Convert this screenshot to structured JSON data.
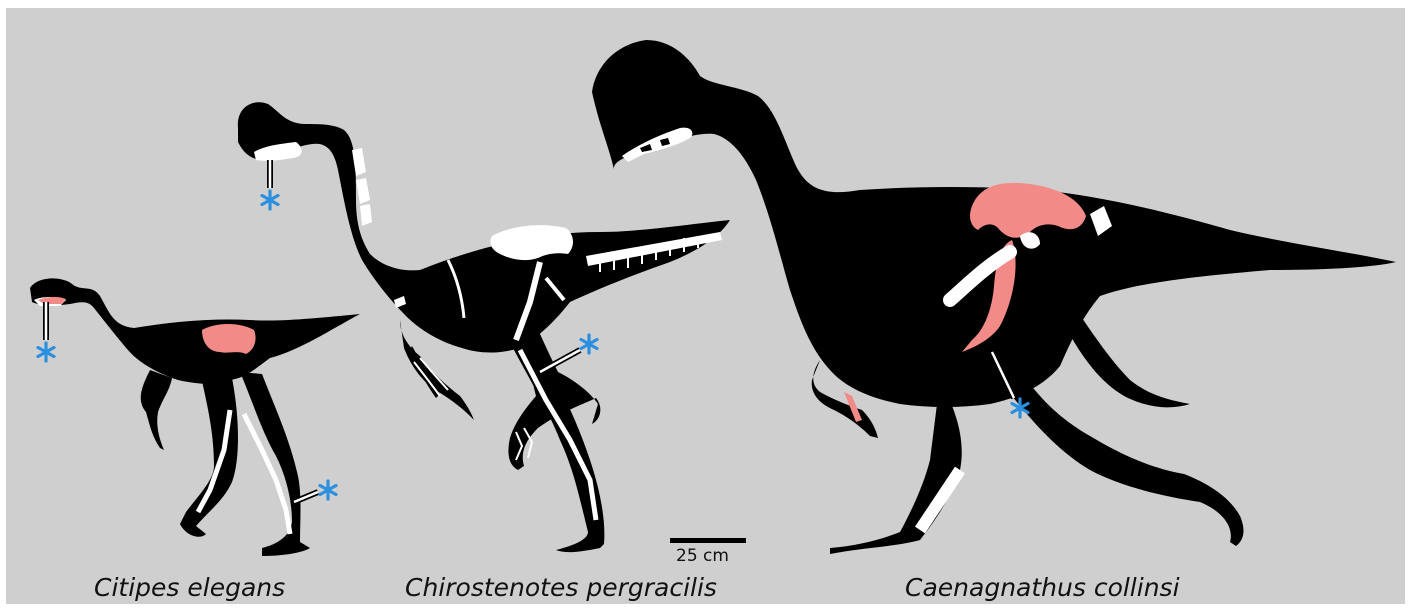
{
  "species": [
    {
      "name": "Citipes elegans"
    },
    {
      "name": "Chirostenotes pergracilis"
    },
    {
      "name": "Caenagnathus collinsi"
    }
  ],
  "scale_bar": {
    "label": "25 cm"
  },
  "colors": {
    "background": "#cfcfcf",
    "silhouette": "#000000",
    "bone": "#ffffff",
    "highlight_bone": "#f28b87",
    "marker": "#2b8fe0"
  },
  "icons": [
    "asterisk-marker-icon"
  ]
}
